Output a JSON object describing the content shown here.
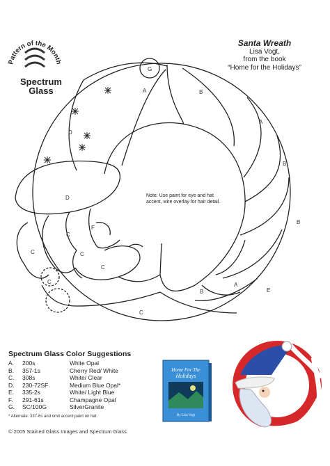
{
  "logo": {
    "arc_text": "Pattern of the Month",
    "brand_line1": "Spectrum",
    "brand_line2": "Glass"
  },
  "pattern": {
    "title": "Santa Wreath",
    "author": "Lisa Vogt,",
    "from": "from the book",
    "book": "“Home for the Holidays”"
  },
  "labels": {
    "G": "G",
    "A": "A",
    "B": "B",
    "C": "C",
    "D": "D",
    "E": "E",
    "F": "F"
  },
  "note": "Note: Use paint for eye and hat accent, wire overlay for hair detail.",
  "colors": {
    "title": "Spectrum Glass Color Suggestions",
    "rows": [
      {
        "key": "A.",
        "code": "200s",
        "name": "White Opal"
      },
      {
        "key": "B.",
        "code": "357-1s",
        "name": "Cherry Red/ White"
      },
      {
        "key": "C.",
        "code": "308s",
        "name": "White/ Clear"
      },
      {
        "key": "D.",
        "code": "230-72SF",
        "name": "Medium Blue Opal*"
      },
      {
        "key": "E.",
        "code": "335-2s",
        "name": "White/ Light Blue"
      },
      {
        "key": "F.",
        "code": "291-61s",
        "name": "Champagne Opal"
      },
      {
        "key": "G.",
        "code": "SC/100G",
        "name": "SilverGranite"
      }
    ],
    "alternate": "* Alternate: 337-6s and omit accent paint on hat."
  },
  "book_cover": {
    "title_line1": "Home For The",
    "title_line2": "Holidays",
    "author": "By Lisa Vogt"
  },
  "copyright": "© 2005 Stained Glass Images and Spectrum Glass"
}
